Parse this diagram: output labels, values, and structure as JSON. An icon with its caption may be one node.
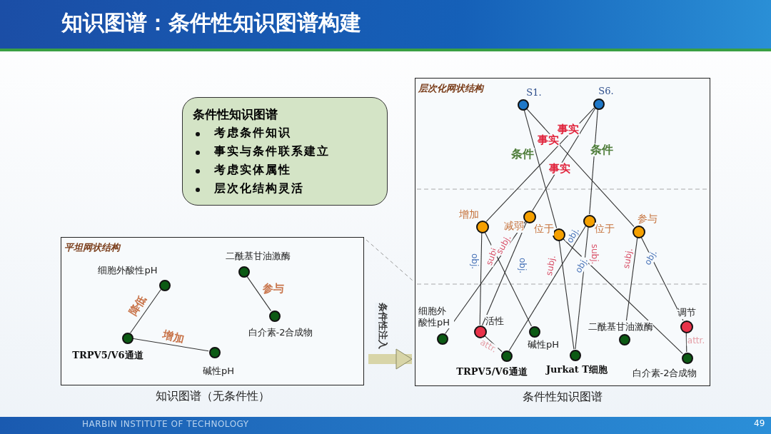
{
  "diagram": {
    "title": "知识图谱：条件性知识图谱构建",
    "nodes": [
      {
        "text": [
          "条件性知识图谱",
          "考虑**条件**知识",
          "事实与**条件联系**建立",
          "考虑实体**属性**",
          "层次化**结构灵活**"
        ]
      },
      {
        "text": [
          "平坦网状结构"
        ],
        "beside": [
          "知识图谱（无条件性）"
        ]
      },
      {
        "text": [],
        "shape": "circle",
        "beside": [
          "细胞外酸性pH"
        ],
        "in": 1
      },
      {
        "text": [],
        "shape": "circle",
        "beside": [
          "TRPV5/V6通道"
        ],
        "in": 1
      },
      {
        "text": [],
        "shape": "circle",
        "beside": [
          "碱性pH"
        ],
        "in": 1
      },
      {
        "text": [],
        "shape": "circle",
        "beside": [
          "二酰基甘油激酶"
        ],
        "in": 1
      },
      {
        "text": [],
        "shape": "circle",
        "beside": [
          "白介素-2合成物"
        ],
        "in": 1
      },
      {
        "text": [
          "层次化网状结构"
        ],
        "beside": [
          "条件性知识图谱"
        ]
      },
      {
        "text": [],
        "shape": "circle",
        "beside": [
          "S1."
        ],
        "in": 7
      },
      {
        "text": [],
        "shape": "circle",
        "beside": [
          "S6."
        ],
        "in": 7
      },
      {
        "text": [],
        "shape": "circle",
        "beside": [
          "增加"
        ],
        "in": 7
      },
      {
        "text": [],
        "shape": "circle",
        "beside": [
          "减弱"
        ],
        "in": 7
      },
      {
        "text": [],
        "shape": "circle",
        "beside": [
          "位于"
        ],
        "in": 7
      },
      {
        "text": [],
        "shape": "circle",
        "beside": [
          "位于"
        ],
        "in": 7
      },
      {
        "text": [],
        "shape": "circle",
        "beside": [
          "参与"
        ],
        "in": 7
      },
      {
        "text": [],
        "shape": "circle",
        "beside": [
          "细胞外酸性pH"
        ],
        "in": 7
      },
      {
        "text": [],
        "shape": "circle",
        "beside": [
          "活性"
        ],
        "in": 7
      },
      {
        "text": [],
        "shape": "circle",
        "beside": [
          "TRPV5/V6通道"
        ],
        "in": 7
      },
      {
        "text": [],
        "shape": "circle",
        "beside": [
          "碱性pH"
        ],
        "in": 7
      },
      {
        "text": [],
        "shape": "circle",
        "beside": [
          "Jurkat T细胞"
        ],
        "in": 7
      },
      {
        "text": [],
        "shape": "circle",
        "beside": [
          "二酰基甘油激酶"
        ],
        "in": 7
      },
      {
        "text": [],
        "shape": "circle",
        "beside": [
          "调节"
        ],
        "in": 7
      },
      {
        "text": [],
        "shape": "circle",
        "beside": [
          "白介素-2合成物"
        ],
        "in": 7
      }
    ],
    "edges": [
      {
        "from": 2,
        "to": 3,
        "arrow": "none",
        "label": "降低"
      },
      {
        "from": 3,
        "to": 4,
        "arrow": "none",
        "label": "增加"
      },
      {
        "from": 5,
        "to": 6,
        "arrow": "none",
        "label": "参与"
      },
      {
        "from": 1,
        "to": 7,
        "arrow": "to",
        "label": "条件性注入",
        "style": "thick",
        "color": "#d8d5a8"
      },
      {
        "from": 8,
        "to": 12,
        "arrow": "none",
        "label": "条件"
      },
      {
        "from": 8,
        "to": 14,
        "arrow": "none",
        "label": "事实"
      },
      {
        "from": 9,
        "to": 10,
        "arrow": "none",
        "label": "事实"
      },
      {
        "from": 9,
        "to": 11,
        "arrow": "none",
        "label": "事实"
      },
      {
        "from": 9,
        "to": 13,
        "arrow": "none",
        "label": "条件"
      },
      {
        "from": 10,
        "to": 16,
        "arrow": "none",
        "label": "obj."
      },
      {
        "from": 10,
        "to": 18,
        "arrow": "none",
        "label": "subj."
      },
      {
        "from": 11,
        "to": 15,
        "arrow": "none",
        "label": "subj."
      },
      {
        "from": 11,
        "to": 16,
        "arrow": "none",
        "label": "obj."
      },
      {
        "from": 12,
        "to": 19,
        "arrow": "none",
        "label": "subj."
      },
      {
        "from": 12,
        "to": 22,
        "arrow": "none",
        "label": "obj."
      },
      {
        "from": 13,
        "to": 17,
        "arrow": "none",
        "label": "obj."
      },
      {
        "from": 13,
        "to": 19,
        "arrow": "none",
        "label": "subj."
      },
      {
        "from": 14,
        "to": 20,
        "arrow": "none",
        "label": "subj."
      },
      {
        "from": 14,
        "to": 21,
        "arrow": "none",
        "label": "obj."
      },
      {
        "from": 16,
        "to": 17,
        "arrow": "none",
        "label": "attr."
      },
      {
        "from": 21,
        "to": 22,
        "arrow": "none",
        "label": "attr."
      }
    ],
    "labels": [
      "HARBIN INSTITUTE OF TECHNOLOGY",
      "49"
    ]
  }
}
